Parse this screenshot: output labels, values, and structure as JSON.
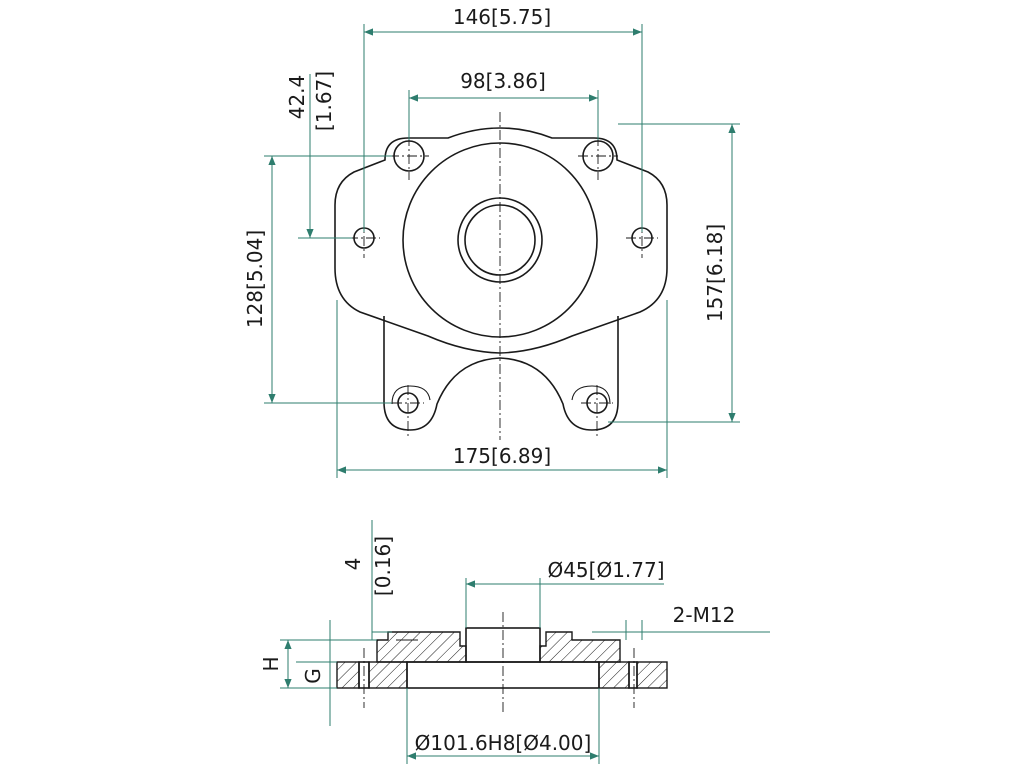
{
  "dimensions": {
    "top_width": "146[5.75]",
    "hole_spacing": "98[3.86]",
    "hole_offset_mm": "42.4",
    "hole_offset_in": "[1.67]",
    "lower_hole_spacing": "128[5.04]",
    "total_height": "157[6.18]",
    "overall_width": "175[6.89]",
    "step_mm": "4",
    "step_in": "[0.16]",
    "boss_diameter": "Ø45[Ø1.77]",
    "thread": "2-M12",
    "height_h": "H",
    "height_g": "G",
    "pilot_diameter": "Ø101.6H8[Ø4.00]"
  },
  "colors": {
    "dimension_line": "#2e7d6e",
    "part_outline": "#1a1a1a"
  }
}
